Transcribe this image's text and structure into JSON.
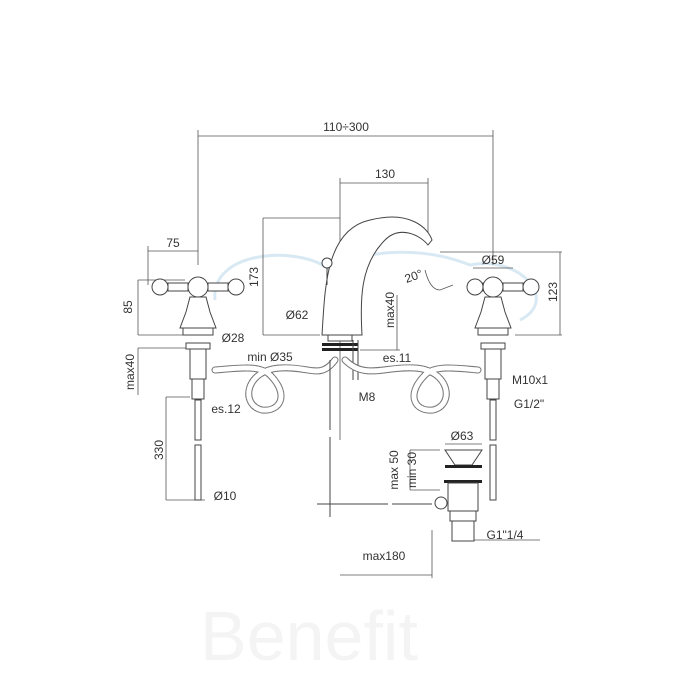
{
  "watermark": "Benefit",
  "dimensions": {
    "overall_width": "110÷300",
    "spout_reach": "130",
    "handle_width": "75",
    "handle_height": "85",
    "spout_height": "173",
    "handle_diameter": "Ø59",
    "valve_height": "123",
    "spout_angle": "20°",
    "spout_base_diameter": "Ø62",
    "spout_max_deck": "max40",
    "valve_stem_diameter": "Ø28",
    "hole_min_diameter": "min Ø35",
    "spout_wrench": "es.11",
    "valve_max_deck": "max40",
    "valve_thread": "M10x1",
    "spout_stud": "M8",
    "valve_wrench": "es.12",
    "valve_inlet": "G1/2\"",
    "tail_length": "330",
    "tail_diameter": "Ø10",
    "waste_diameter": "Ø63",
    "waste_max": "max 50",
    "waste_min": "min 30",
    "waste_thread": "G1\"1/4",
    "rod_max": "max180"
  }
}
